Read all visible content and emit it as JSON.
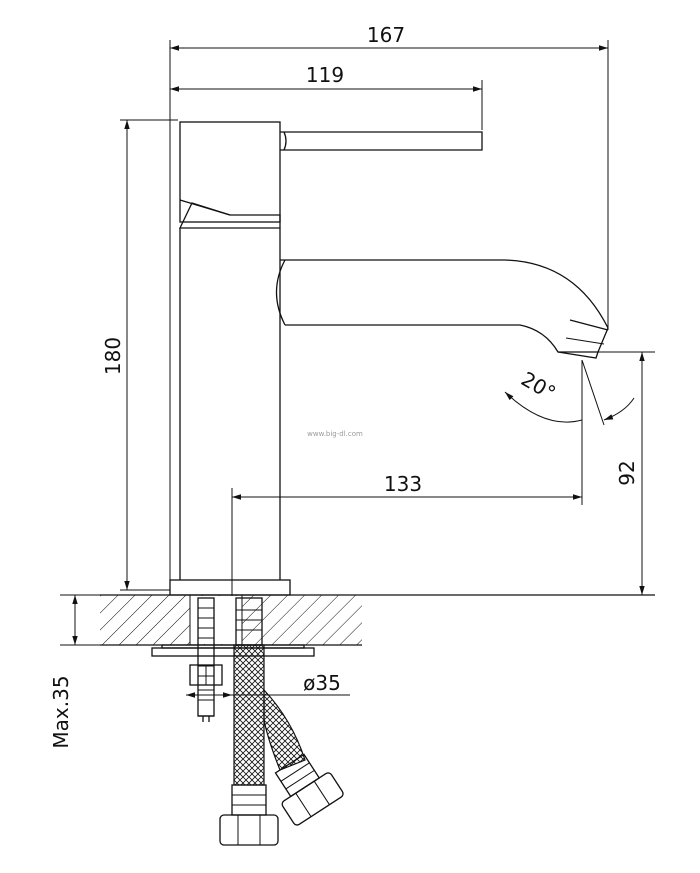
{
  "dimensions": {
    "width_total": "167",
    "handle_reach": "119",
    "height_total": "180",
    "spout_reach": "133",
    "spout_height": "92",
    "outlet_angle": "20°",
    "hole_diameter": "ø35",
    "max_thickness": "Max.35"
  },
  "watermark": "www.big-dl.com",
  "colors": {
    "line": "#111111",
    "background": "#ffffff",
    "watermark": "#9a9a9a"
  }
}
